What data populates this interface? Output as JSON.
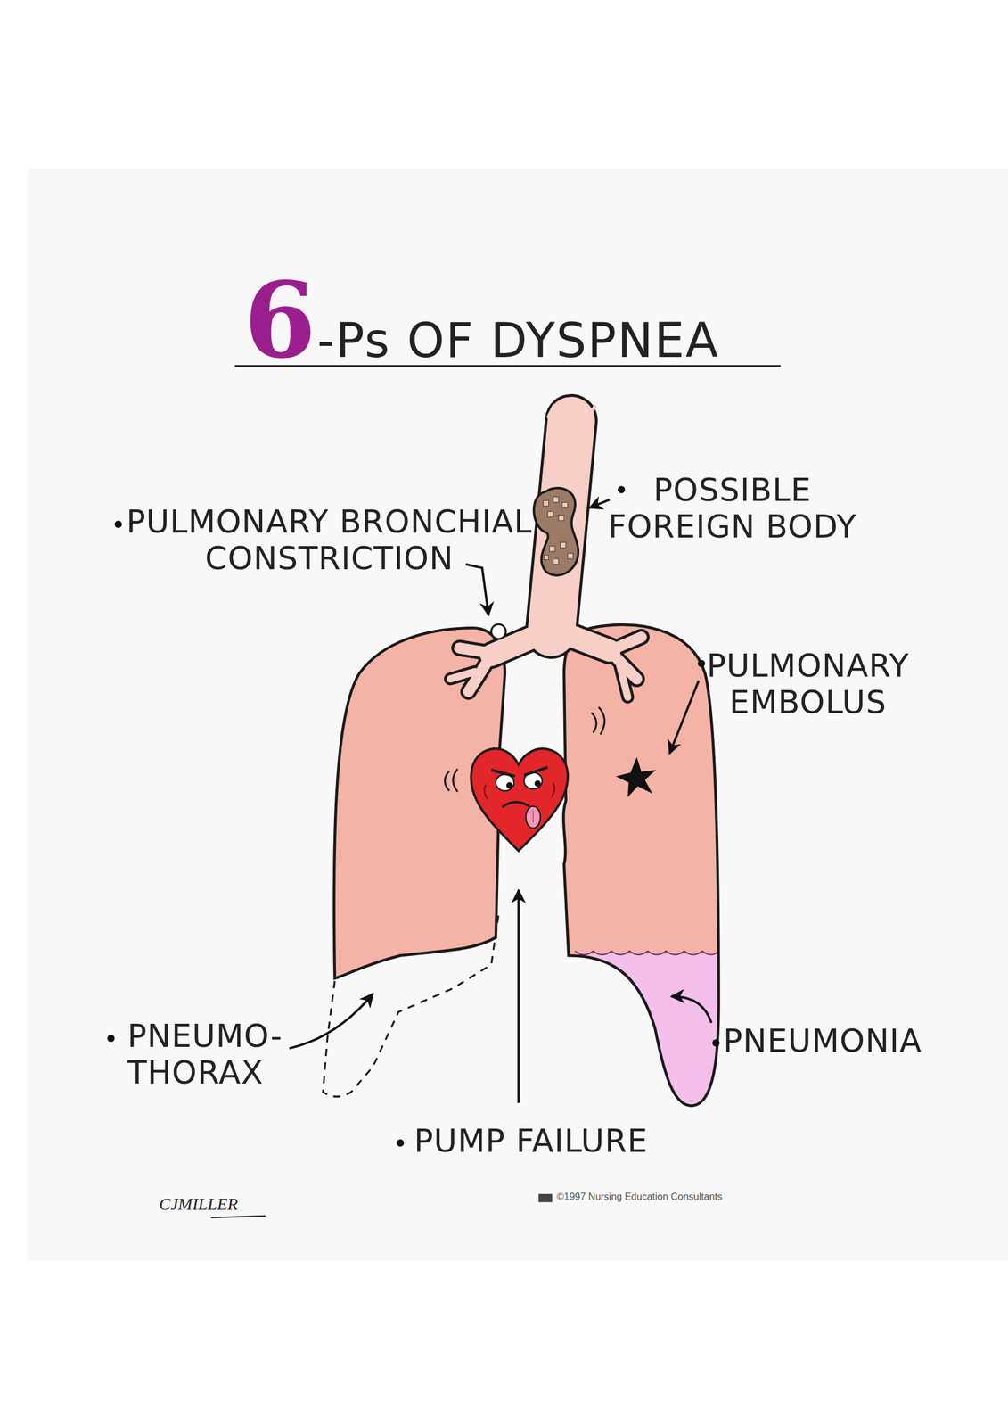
{
  "diagram": {
    "title": "6-Ps OF DYSPNEA",
    "labels": [
      "POSSIBLE FOREIGN BODY",
      "PULMONARY BRONCHIAL CONSTRICTION",
      "PULMONARY EMBOLUS",
      "PNEUMO- THORAX",
      "PNEUMONIA",
      "PUMP FAILURE",
      "CJMILLER",
      "©1997 Nursing Education Consultants"
    ]
  }
}
